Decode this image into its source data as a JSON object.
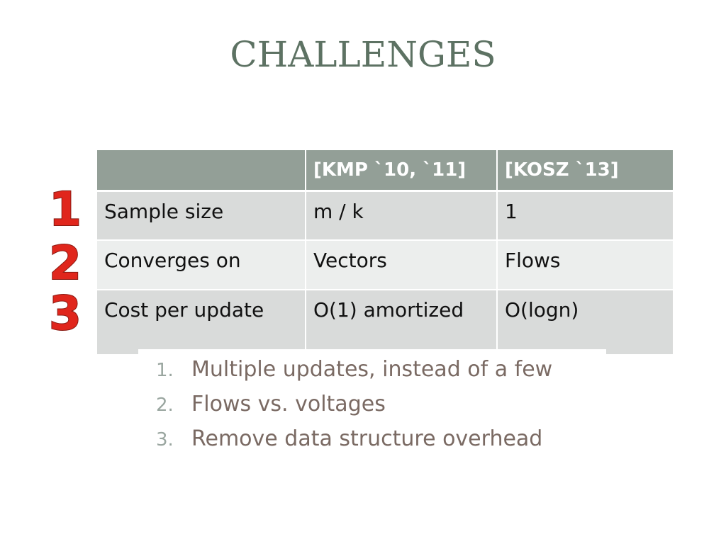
{
  "slide": {
    "title": "CHALLENGES"
  },
  "table": {
    "headers": [
      "",
      "[KMP `10, `11]",
      "[KOSZ `13]"
    ],
    "rows": [
      [
        "Sample size",
        "m / k",
        "1"
      ],
      [
        "Converges on",
        "Vectors",
        "Flows"
      ],
      [
        "Cost per update",
        "O(1) amortized",
        "O(logn)"
      ]
    ]
  },
  "badges": [
    "1",
    "2",
    "3"
  ],
  "list": {
    "numbers": [
      "1.",
      "2.",
      "3."
    ],
    "items": [
      "Multiple updates, instead of a few",
      "Flows vs. voltages",
      "Remove data structure overhead"
    ]
  },
  "colors": {
    "title": "#5d7263",
    "header_bg": "#939f97",
    "row_dark": "#d9dbda",
    "row_light": "#eceeed",
    "badge_red": "#e0261c",
    "list_text": "#7a6a63"
  }
}
